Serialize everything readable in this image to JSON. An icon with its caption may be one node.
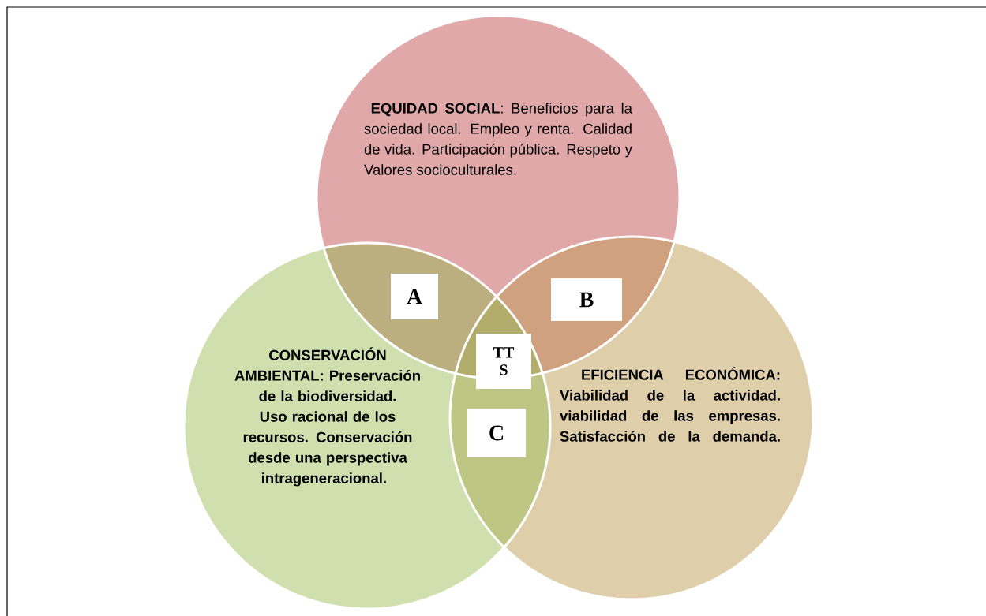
{
  "diagram": {
    "nodes": [
      {
        "text": [
          "**EQUIDAD SOCIAL**:  Beneficios para la sociedad local. Empleo y renta. Calidad de vida. Participación pública. Respeto y Valores socioculturales."
        ]
      },
      {
        "text": [
          "A"
        ]
      },
      {
        "text": [
          "B"
        ]
      },
      {
        "text": [
          "TT S"
        ]
      },
      {
        "text": [
          "CONSERVACIÓN AMBIENTAL: Preservación de la biodiversidad. Uso racional de los recursos. Conservación desde una perspectiva intrageneracional."
        ]
      },
      {
        "text": [
          "C"
        ]
      },
      {
        "text": [
          "EFICIENCIA ECONÓMICA: Viabilidad de la actividad. viabilidad de las empresas. Satisfacción de la demanda."
        ]
      }
    ]
  }
}
